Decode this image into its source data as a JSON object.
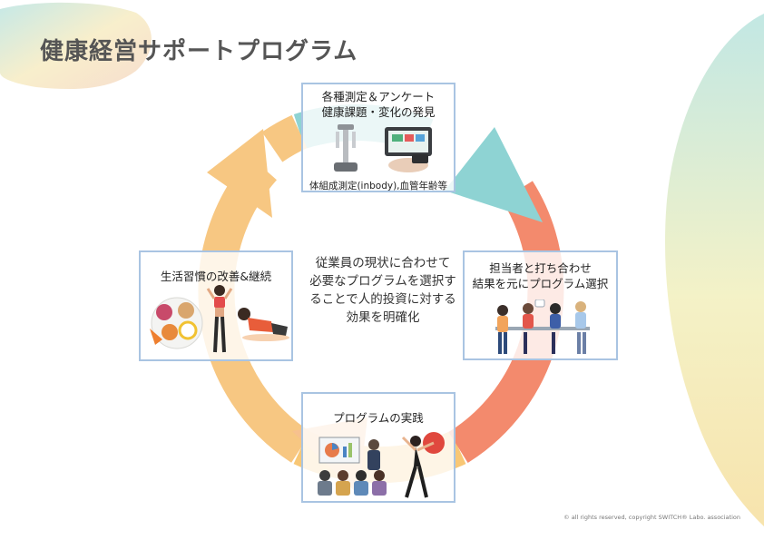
{
  "page": {
    "title": "健康経営サポートプログラム",
    "copyright": "© all rights reserved, copyright SWITCH® Labo. association"
  },
  "center_text": {
    "line1": "従業員の現状に合わせて",
    "line2": "必要なプログラムを選択す",
    "line3": "ることで人的投資に対する",
    "line4": "効果を明確化"
  },
  "steps": {
    "top": {
      "line1": "各種測定＆アンケート",
      "line2": "健康課題・変化の発見",
      "caption": "体組成測定(inbody),血管年齢等"
    },
    "right": {
      "line1": "担当者と打ち合わせ",
      "line2": "結果を元にプログラム選択"
    },
    "bottom": {
      "line1": "プログラムの実践"
    },
    "left": {
      "line1": "生活習慣の改善&継続"
    }
  },
  "colors": {
    "arrow_top": "#8ed3d3",
    "arrow_right": "#f38a6d",
    "arrow_bottom": "#f7bf6a",
    "arrow_left": "#f7c782",
    "card_border": "#a9c4e2"
  },
  "icons": {
    "top": [
      "body-composition-scale-icon",
      "blood-vessel-meter-icon"
    ],
    "right": "meeting-people-icon",
    "bottom": [
      "presentation-icon",
      "exercise-woman-icon"
    ],
    "left": [
      "healthy-meal-icon",
      "fitness-woman-icon",
      "resting-woman-icon"
    ]
  }
}
